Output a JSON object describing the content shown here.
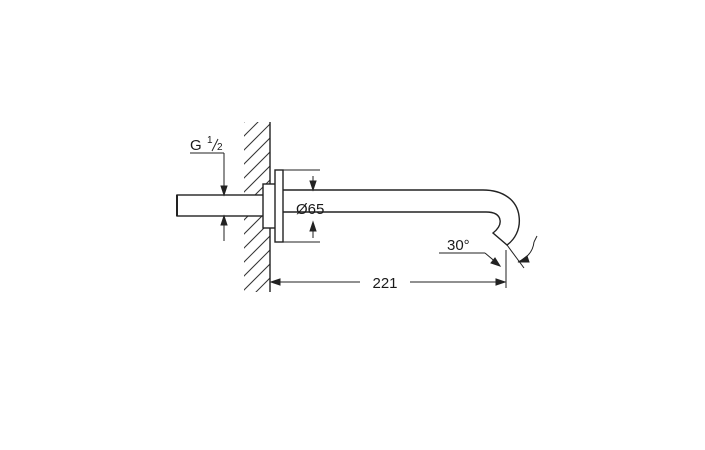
{
  "drawing": {
    "thread_label_prefix": "G",
    "thread_fraction_num": "1",
    "thread_fraction_den": "2",
    "diameter_label": "Ø65",
    "angle_label": "30°",
    "length_label": "221"
  }
}
